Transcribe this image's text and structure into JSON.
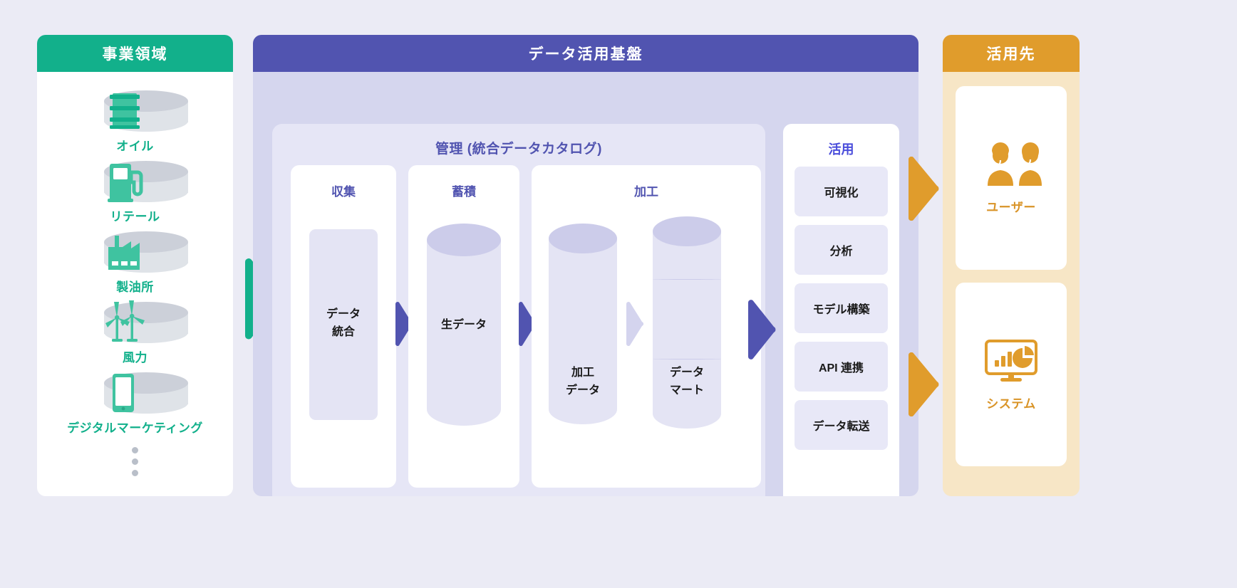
{
  "colors": {
    "page_bg": "#ebebf5",
    "green": "#12b08b",
    "purple": "#5154b0",
    "purple_light": "#d5d6ee",
    "purple_pale": "#e6e6f6",
    "orange": "#e09c2c",
    "orange_pale": "#f7e6c6",
    "accent_blue": "#4a4ddb",
    "disk_gray": "#ccd0d9"
  },
  "left": {
    "title": "事業領域",
    "items": [
      {
        "label": "オイル",
        "icon": "oil-barrel-icon"
      },
      {
        "label": "リテール",
        "icon": "fuel-pump-icon"
      },
      {
        "label": "製油所",
        "icon": "refinery-factory-icon"
      },
      {
        "label": "風力",
        "icon": "wind-turbine-icon"
      },
      {
        "label": "デジタルマーケティング",
        "icon": "smartphone-icon"
      }
    ],
    "more_indicator": "ellipsis-dots"
  },
  "center": {
    "title": "データ活用基盤",
    "manage": {
      "title": "管理 (統合データカタログ)",
      "stages": [
        {
          "title": "収集",
          "node": "データ\n統合",
          "node_line1": "データ",
          "node_line2": "統合",
          "shape": "rounded-rect"
        },
        {
          "title": "蓄積",
          "node_line1": "生データ",
          "node_line2": "",
          "shape": "cylinder"
        },
        {
          "title": "加工",
          "nodes": [
            {
              "line1": "加工",
              "line2": "データ",
              "shape": "cylinder"
            },
            {
              "line1": "データ",
              "line2": "マート",
              "shape": "segmented-cylinder"
            }
          ]
        }
      ]
    },
    "utilize": {
      "title": "活用",
      "items": [
        "可視化",
        "分析",
        "モデル構築",
        "API 連携",
        "データ転送"
      ]
    }
  },
  "right": {
    "title": "活用先",
    "items": [
      {
        "label": "ユーザー",
        "icon": "two-users-icon"
      },
      {
        "label": "システム",
        "icon": "monitor-chart-icon"
      }
    ]
  },
  "arrows": {
    "left_to_center": "green-arrow",
    "stage1_to_stage2": "purple-arrow",
    "stage2_to_stage3": "purple-arrow",
    "processed_to_mart": "pale-purple-arrow",
    "center_to_utilize": "purple-arrow",
    "to_user": "orange-arrow",
    "to_system": "orange-arrow"
  }
}
